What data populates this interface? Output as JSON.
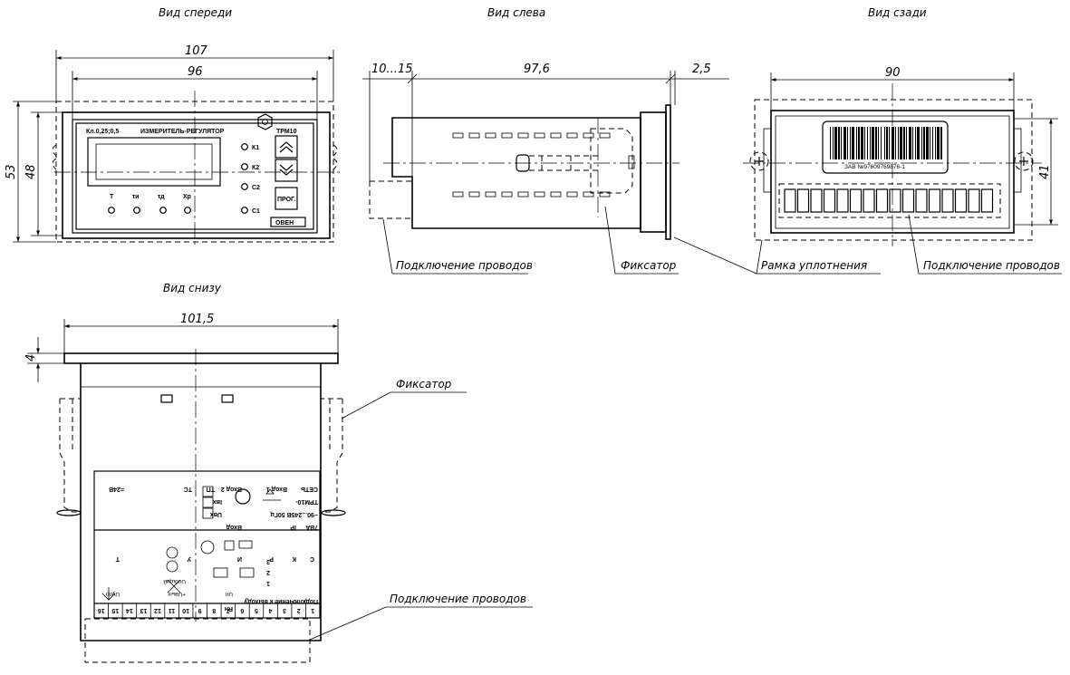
{
  "views": {
    "front": "Вид спереди",
    "left": "Вид слева",
    "rear": "Вид сзади",
    "bottom": "Вид снизу"
  },
  "dims": {
    "front_w_outer": "107",
    "front_w_inner": "96",
    "front_h_outer": "53",
    "front_h_inner": "48",
    "left_gap": "10...15",
    "left_depth": "97,6",
    "left_frame": "2,5",
    "rear_w": "90",
    "rear_h": "41",
    "bottom_w": "101,5",
    "bottom_frame": "4"
  },
  "callouts": {
    "wires_left": "Подключение проводов",
    "latch_left": "Фиксатор",
    "seal_frame": "Рамка уплотнения",
    "wires_rear": "Подключение проводов",
    "latch_bottom": "Фиксатор",
    "wires_bottom": "Подключение проводов"
  },
  "panel": {
    "accuracy": "Кл.0,25;0,5",
    "title": "ИЗМЕРИТЕЛЬ-РЕГУЛЯТОР",
    "model": "ТРМ10",
    "indicators": [
      "К1",
      "К2",
      "С2",
      "С1"
    ],
    "params": [
      "T",
      "τи",
      "τд",
      "Xр"
    ],
    "btn_prog": "ПРОГ.",
    "brand": "ОВЕН"
  },
  "barcode_text": "ЗАВ №97609769876-1",
  "label": {
    "connection_title": "Подключение к выходу",
    "terminal_numbers": [
      "1",
      "2",
      "3",
      "4",
      "5",
      "6",
      "7",
      "8",
      "9",
      "10",
      "11",
      "12",
      "13",
      "14",
      "15",
      "16"
    ],
    "net": "СЕТЬ",
    "input1": "Вход 1",
    "input2": "Вход 2",
    "model_line": "ТРМ10-",
    "voltage": "~90...245В 50Гц",
    "power": "7ВА",
    "ip": "IP",
    "input": "Вход",
    "uin": "Uвх",
    "iin": "Iвх",
    "tp": "ТП",
    "tc": "ТС",
    "supply": "=24В",
    "out_letters": [
      "С",
      "К",
      "Р",
      "И",
      "У",
      "Т"
    ],
    "relay_pins": [
      "1",
      "2",
      "3"
    ],
    "rn": "Rн",
    "un": "Uп",
    "uout": "+Uвых",
    "ucommon": "Uобщий",
    "uupr": "Uупр"
  }
}
